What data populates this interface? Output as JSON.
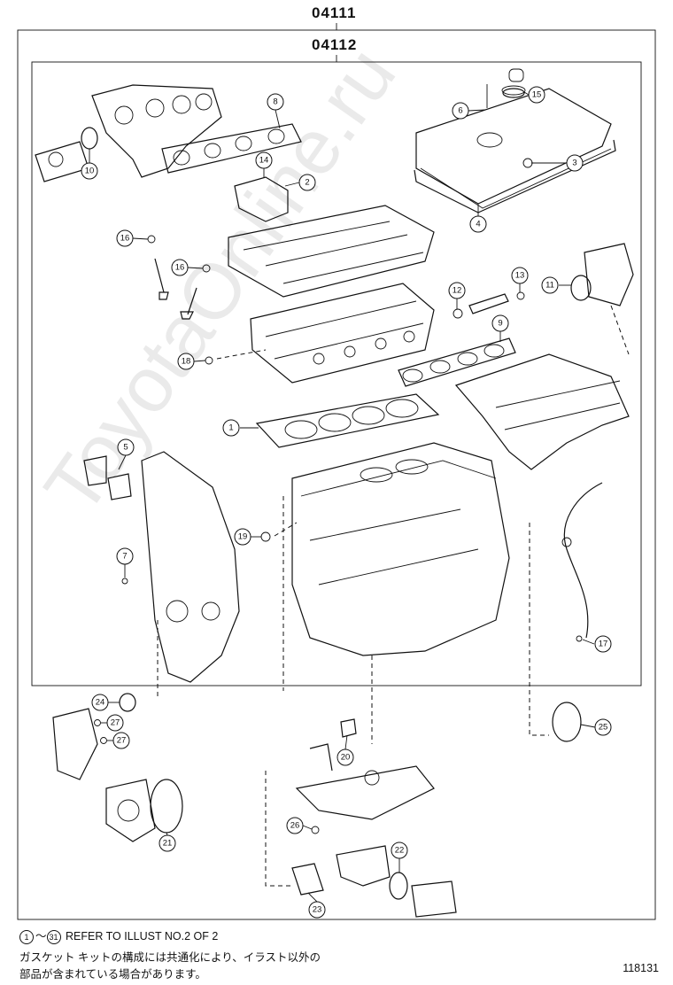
{
  "header": {
    "kit_code_outer": "04111",
    "kit_code_inner": "04112"
  },
  "watermark": "ToyotaOnline.ru",
  "callouts": [
    {
      "num": "1",
      "name": "callout-1"
    },
    {
      "num": "2",
      "name": "callout-2"
    },
    {
      "num": "3",
      "name": "callout-3"
    },
    {
      "num": "4",
      "name": "callout-4"
    },
    {
      "num": "5",
      "name": "callout-5"
    },
    {
      "num": "6",
      "name": "callout-6"
    },
    {
      "num": "7",
      "name": "callout-7"
    },
    {
      "num": "8",
      "name": "callout-8"
    },
    {
      "num": "9",
      "name": "callout-9"
    },
    {
      "num": "10",
      "name": "callout-10"
    },
    {
      "num": "11",
      "name": "callout-11"
    },
    {
      "num": "12",
      "name": "callout-12"
    },
    {
      "num": "13",
      "name": "callout-13"
    },
    {
      "num": "14",
      "name": "callout-14"
    },
    {
      "num": "15",
      "name": "callout-15"
    },
    {
      "num": "16",
      "name": "callout-16a"
    },
    {
      "num": "16",
      "name": "callout-16b"
    },
    {
      "num": "17",
      "name": "callout-17"
    },
    {
      "num": "18",
      "name": "callout-18"
    },
    {
      "num": "19",
      "name": "callout-19"
    },
    {
      "num": "20",
      "name": "callout-20"
    },
    {
      "num": "21",
      "name": "callout-21"
    },
    {
      "num": "22",
      "name": "callout-22"
    },
    {
      "num": "23",
      "name": "callout-23"
    },
    {
      "num": "24",
      "name": "callout-24"
    },
    {
      "num": "25",
      "name": "callout-25"
    },
    {
      "num": "26",
      "name": "callout-26"
    },
    {
      "num": "27",
      "name": "callout-27a"
    },
    {
      "num": "27",
      "name": "callout-27b"
    }
  ],
  "notes": {
    "ref_start": "1",
    "ref_tilde": "〜",
    "ref_end": "31",
    "ref_text": "REFER TO ILLUST NO.2 OF 2",
    "jp_line1": "ガスケット キットの構成には共通化により、イラスト以外の",
    "jp_line2": "部品が含まれている場合があります。"
  },
  "illustration_number": "118131"
}
